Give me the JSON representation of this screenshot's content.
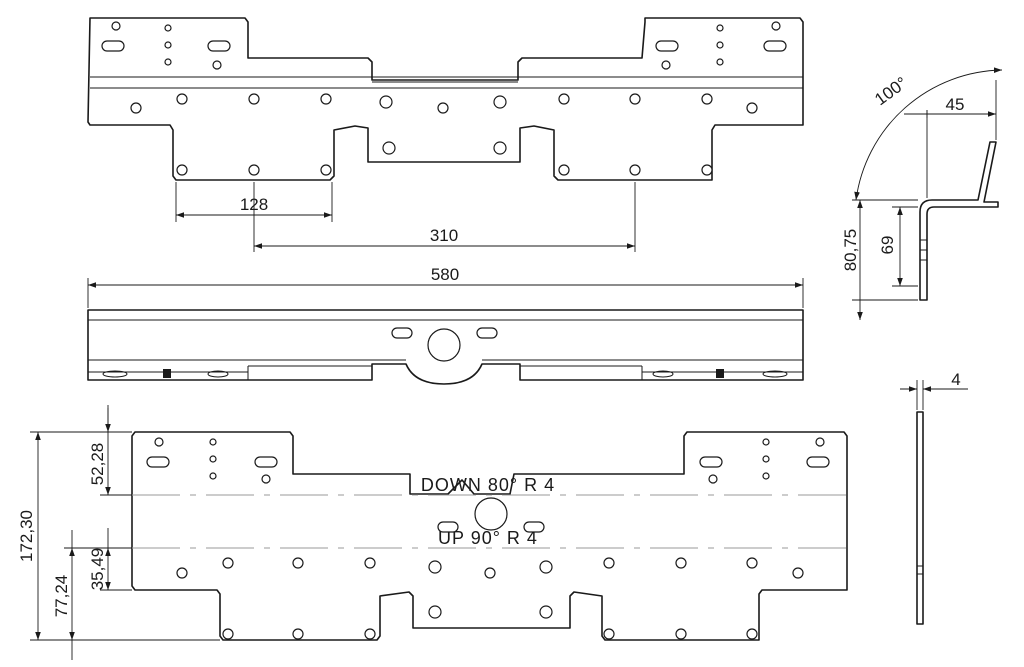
{
  "dimensions": {
    "hole_spacing_small": "128",
    "hole_spacing_large": "310",
    "overall_width": "580",
    "bend_angle": "100°",
    "flange_width": "45",
    "height_outer": "80,75",
    "height_inner": "69",
    "thickness": "4",
    "total_height": "172,30",
    "top_to_bend": "52,28",
    "bend_to_bend": "35,49",
    "bottom_to_bend": "77,24"
  },
  "bend_notes": {
    "down": "DOWN 80° R 4",
    "up": "UP 90° R 4"
  }
}
